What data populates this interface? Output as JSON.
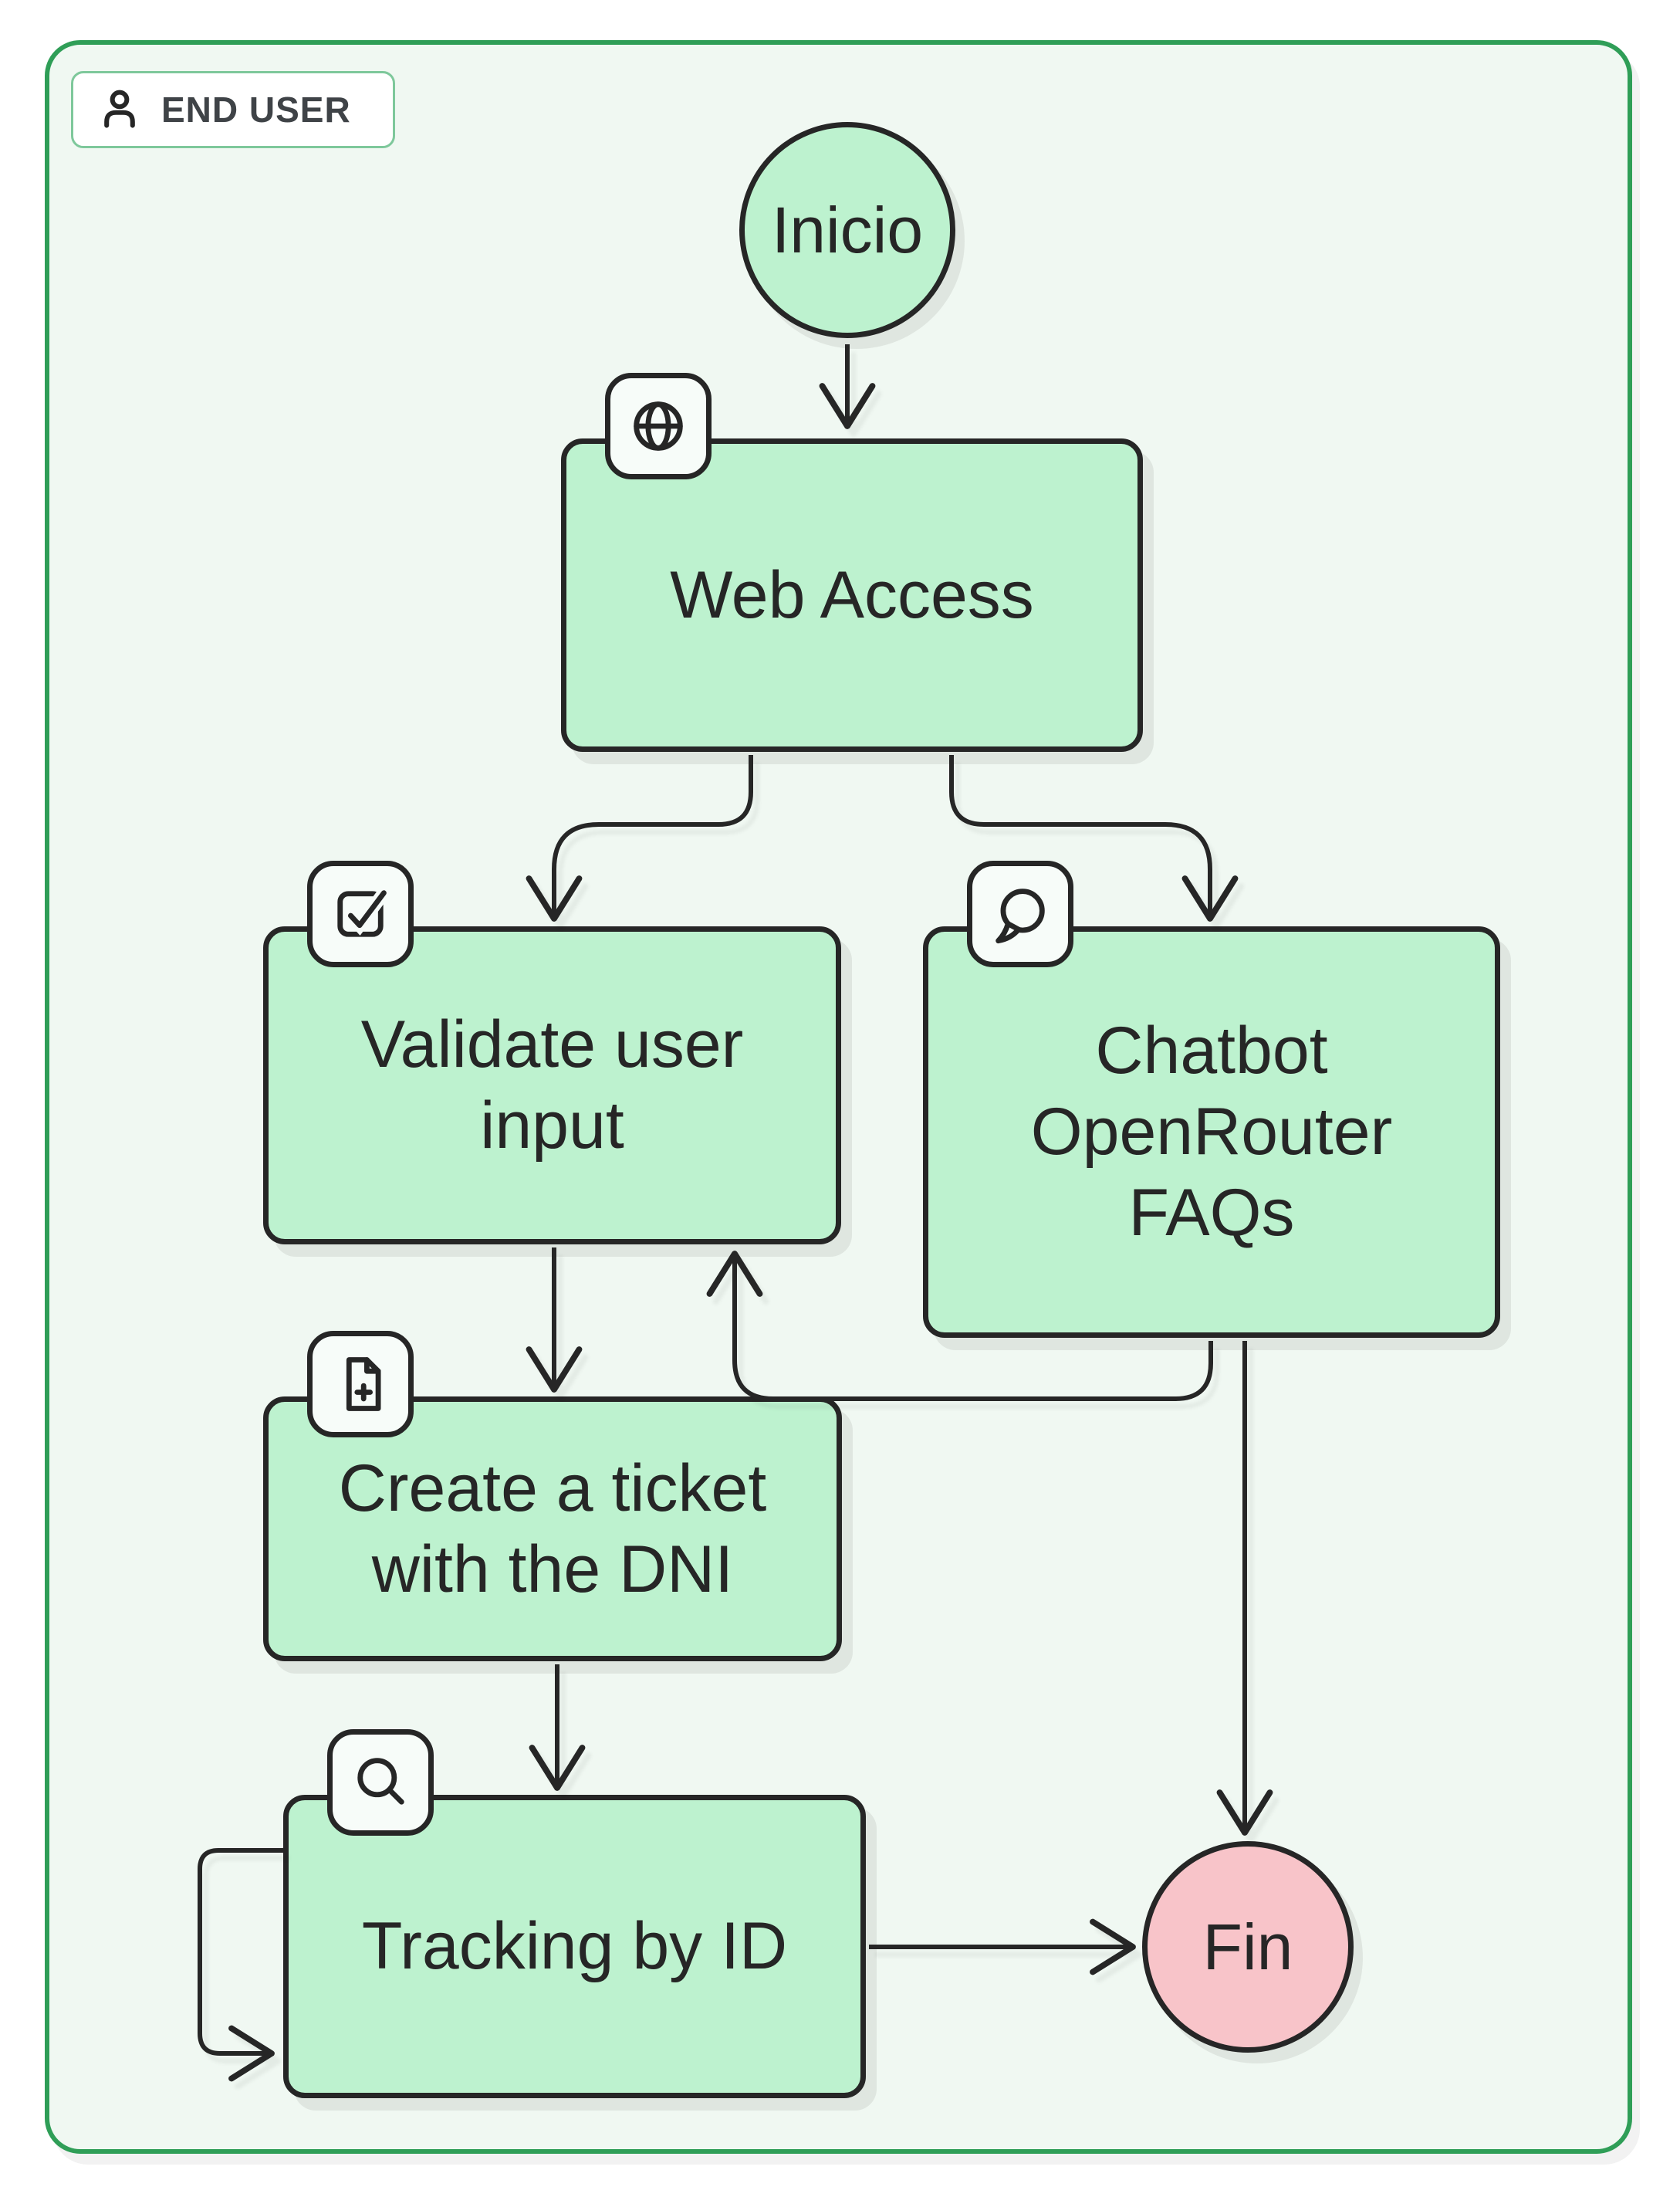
{
  "diagram": {
    "lane": {
      "label": "END USER",
      "icon": "person-icon"
    },
    "nodes": {
      "inicio": {
        "type": "start",
        "label": "Inicio"
      },
      "web_access": {
        "type": "task",
        "label": "Web Access",
        "icon": "globe-icon"
      },
      "validate": {
        "type": "task",
        "label": "Validate user input",
        "icon": "checkbox-icon"
      },
      "chatbot": {
        "type": "task",
        "label": "Chatbot OpenRouter FAQs",
        "icon": "chat-bubble-icon"
      },
      "create_ticket": {
        "type": "task",
        "label": "Create a ticket with the DNI",
        "icon": "file-plus-icon"
      },
      "tracking": {
        "type": "task",
        "label": "Tracking by ID",
        "icon": "magnifier-icon"
      },
      "fin": {
        "type": "end",
        "label": "Fin"
      }
    },
    "edges": [
      {
        "from": "inicio",
        "to": "web_access"
      },
      {
        "from": "web_access",
        "to": "validate"
      },
      {
        "from": "web_access",
        "to": "chatbot"
      },
      {
        "from": "validate",
        "to": "create_ticket"
      },
      {
        "from": "chatbot",
        "to": "validate"
      },
      {
        "from": "chatbot",
        "to": "fin"
      },
      {
        "from": "create_ticket",
        "to": "tracking"
      },
      {
        "from": "tracking",
        "to": "tracking"
      },
      {
        "from": "tracking",
        "to": "fin"
      }
    ],
    "colors": {
      "task_fill": "#bdf2cf",
      "end_fill": "#f8c4c9",
      "ink": "#262626",
      "frame_border": "#2f9e57",
      "frame_bg": "#f0f8f2",
      "badge_bg": "#f7fcf9"
    }
  }
}
